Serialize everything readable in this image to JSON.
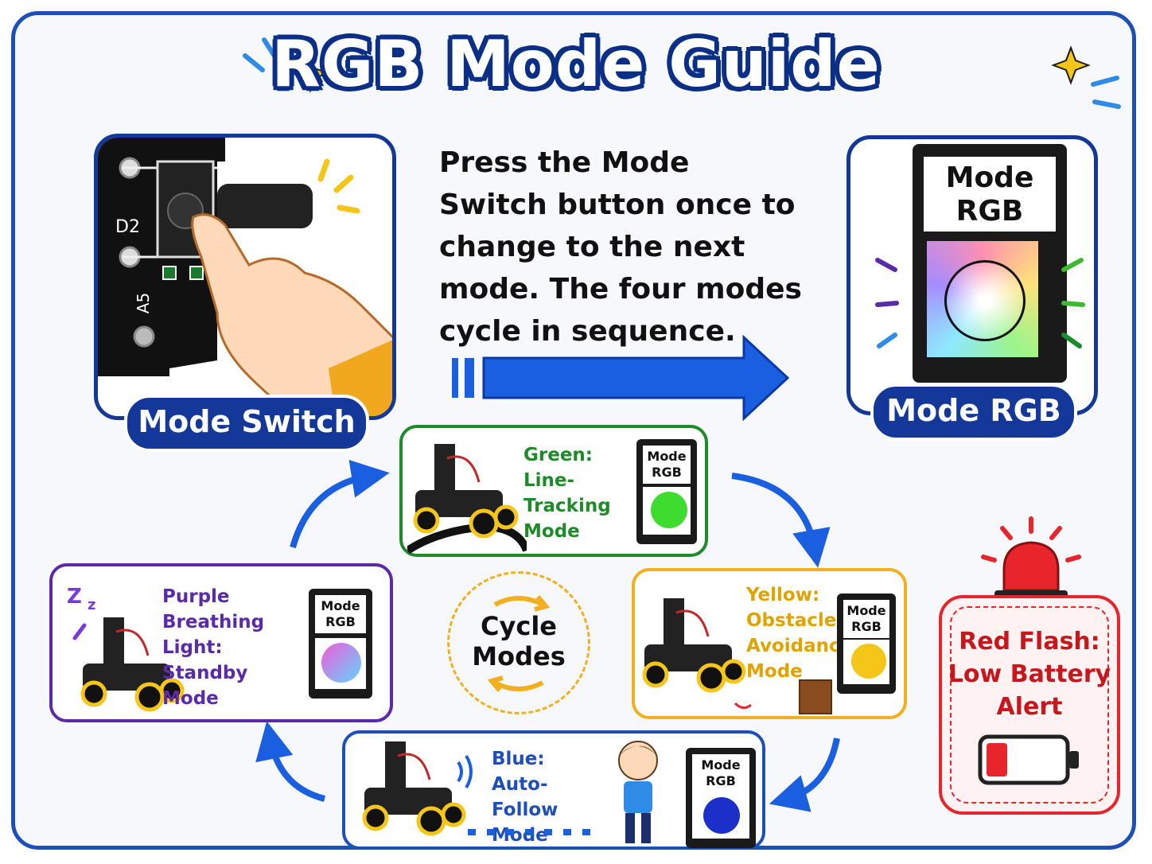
{
  "title": "RGB Mode Guide",
  "mode_switch": {
    "label": "Mode Switch",
    "pin_d2": "D2",
    "pin_a5": "A5"
  },
  "description": "Press the Mode Switch button once to change to the next mode. The four modes cycle in sequence.",
  "mode_rgb": {
    "screen_text": "Mode RGB",
    "label": "Mode RGB"
  },
  "device_label": "Mode RGB",
  "modes": {
    "green": {
      "text": "Green: Line-Tracking Mode",
      "color": "#3ddc2e"
    },
    "yellow": {
      "text": "Yellow: Obstacle-Avoidance Mode",
      "color": "#f5c518"
    },
    "blue": {
      "text": "Blue: Auto-Follow Mode",
      "color": "#1b2fc9"
    },
    "purple": {
      "text": "Purple Breathing Light: Standby Mode",
      "color": "#c04fe0"
    }
  },
  "cycle_label": "Cycle Modes",
  "alert": {
    "text": "Red Flash: Low Battery Alert",
    "color": "#e8252b"
  },
  "colors": {
    "frame": "#1d4fb8",
    "accent": "#13389a",
    "arrow": "#1a5fe0"
  }
}
